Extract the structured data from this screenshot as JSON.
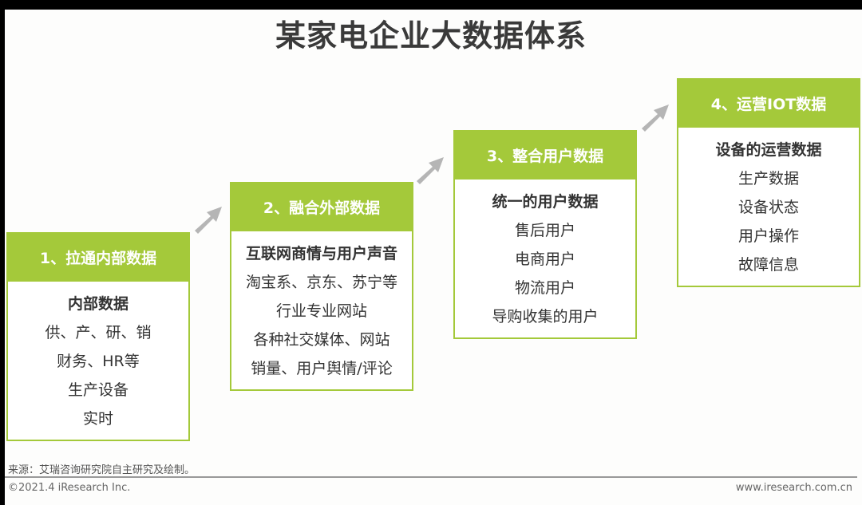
{
  "title": "某家电企业大数据体系",
  "steps": [
    {
      "label": "1、拉通内部数据",
      "items": [
        "内部数据",
        "供、产、研、销",
        "财务、HR等",
        "生产设备",
        "实时"
      ]
    },
    {
      "label": "2、融合外部数据",
      "items": [
        "互联网商情与用户声音",
        "淘宝系、京东、苏宁等",
        "行业专业网站",
        "各种社交媒体、网站",
        "销量、用户舆情/评论"
      ]
    },
    {
      "label": "3、整合用户数据",
      "items": [
        "统一的用户数据",
        "售后用户",
        "电商用户",
        "物流用户",
        "导购收集的用户"
      ]
    },
    {
      "label": "4、运营IOT数据",
      "items": [
        "设备的运营数据",
        "生产数据",
        "设备状态",
        "用户操作",
        "故障信息"
      ]
    }
  ],
  "footer": {
    "source": "来源：艾瑞咨询研究院自主研究及绘制。",
    "copyright": "©2021.4 iResearch Inc.",
    "url": "www.iresearch.com.cn"
  },
  "colors": {
    "accent": "#a4c93a",
    "arrow": "#b5b5b5"
  }
}
